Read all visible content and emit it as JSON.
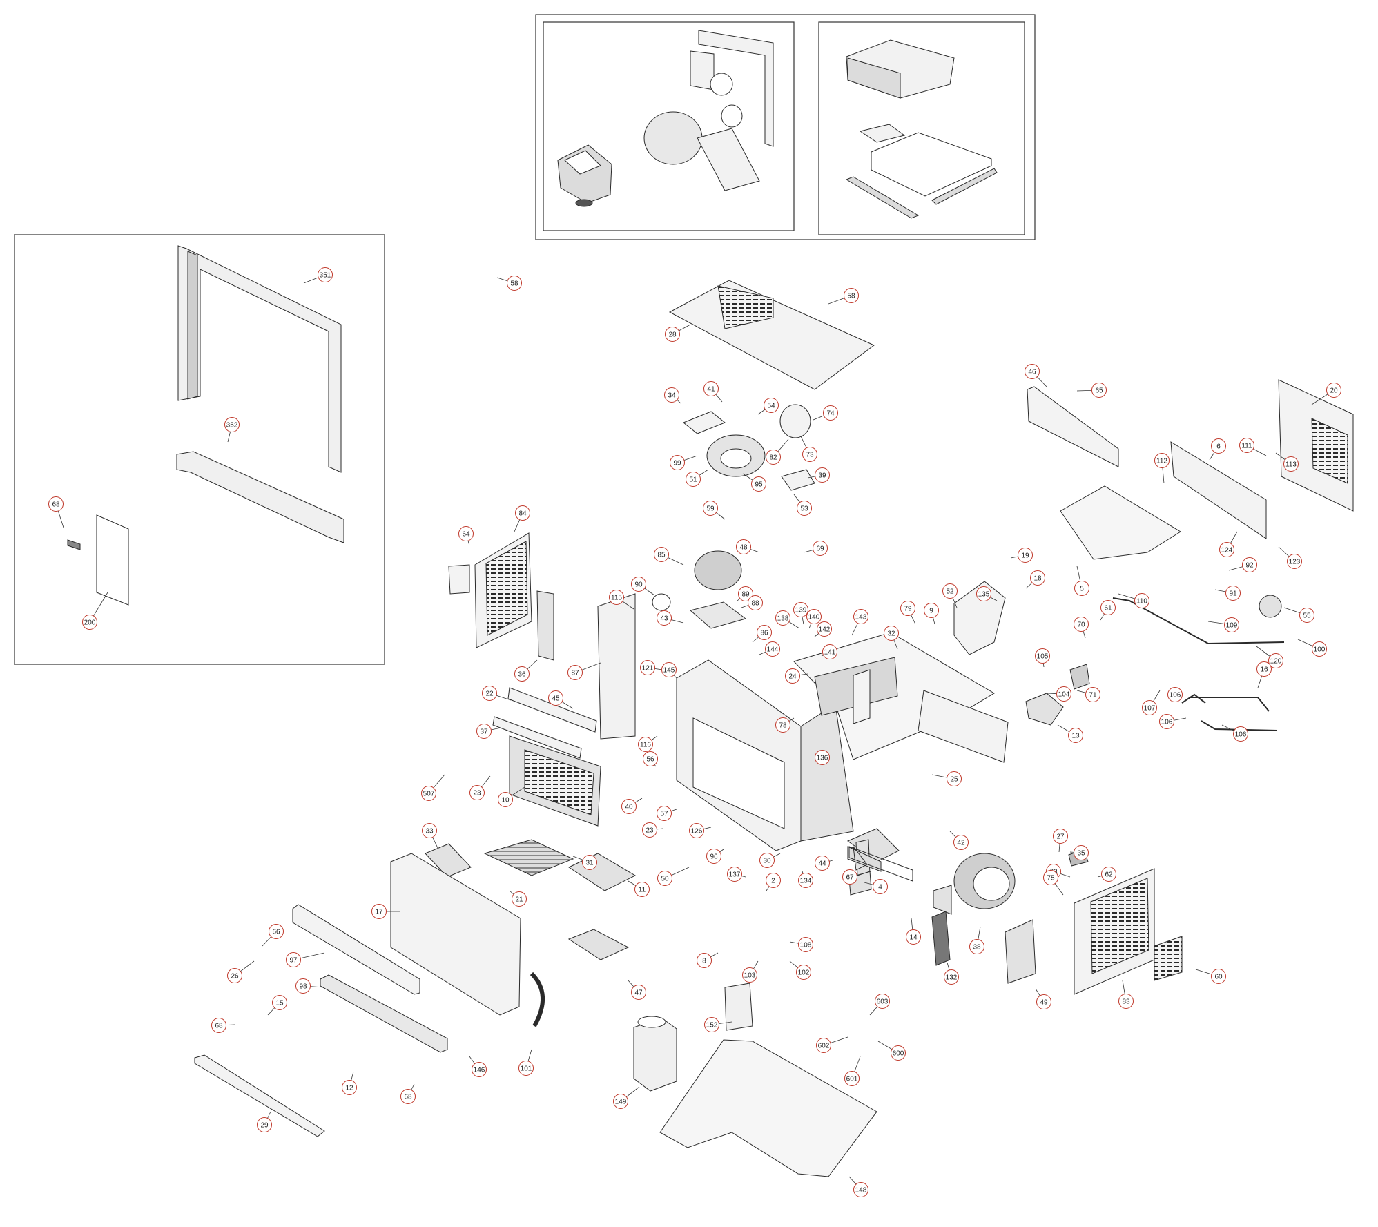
{
  "colors": {
    "line": "#2a2a2a",
    "callout": "#c0392b",
    "fill_light": "#efefef",
    "fill_mid": "#d9d9d9",
    "fill_dark": "#9a9a9a"
  },
  "labels": [
    {
      "n": "58"
    },
    {
      "n": "58"
    },
    {
      "n": "28"
    },
    {
      "n": "34"
    },
    {
      "n": "41"
    },
    {
      "n": "54"
    },
    {
      "n": "74"
    },
    {
      "n": "99"
    },
    {
      "n": "82"
    },
    {
      "n": "73"
    },
    {
      "n": "51"
    },
    {
      "n": "39"
    },
    {
      "n": "95"
    },
    {
      "n": "53"
    },
    {
      "n": "46"
    },
    {
      "n": "65"
    },
    {
      "n": "20"
    },
    {
      "n": "6"
    },
    {
      "n": "111"
    },
    {
      "n": "113"
    },
    {
      "n": "112"
    },
    {
      "n": "5"
    },
    {
      "n": "124"
    },
    {
      "n": "123"
    },
    {
      "n": "92"
    },
    {
      "n": "91"
    },
    {
      "n": "110"
    },
    {
      "n": "55"
    },
    {
      "n": "109"
    },
    {
      "n": "100"
    },
    {
      "n": "120"
    },
    {
      "n": "351"
    },
    {
      "n": "352"
    },
    {
      "n": "68"
    },
    {
      "n": "200"
    },
    {
      "n": "84"
    },
    {
      "n": "64"
    },
    {
      "n": "36"
    },
    {
      "n": "59"
    },
    {
      "n": "48"
    },
    {
      "n": "69"
    },
    {
      "n": "85"
    },
    {
      "n": "90"
    },
    {
      "n": "89"
    },
    {
      "n": "88"
    },
    {
      "n": "115"
    },
    {
      "n": "43"
    },
    {
      "n": "86"
    },
    {
      "n": "144"
    },
    {
      "n": "87"
    },
    {
      "n": "121"
    },
    {
      "n": "145"
    },
    {
      "n": "138"
    },
    {
      "n": "139"
    },
    {
      "n": "140"
    },
    {
      "n": "142"
    },
    {
      "n": "141"
    },
    {
      "n": "143"
    },
    {
      "n": "24"
    },
    {
      "n": "79"
    },
    {
      "n": "9"
    },
    {
      "n": "52"
    },
    {
      "n": "135"
    },
    {
      "n": "19"
    },
    {
      "n": "18"
    },
    {
      "n": "32"
    },
    {
      "n": "70"
    },
    {
      "n": "61"
    },
    {
      "n": "71"
    },
    {
      "n": "105"
    },
    {
      "n": "104"
    },
    {
      "n": "13"
    },
    {
      "n": "16"
    },
    {
      "n": "107"
    },
    {
      "n": "106"
    },
    {
      "n": "106"
    },
    {
      "n": "106"
    },
    {
      "n": "22"
    },
    {
      "n": "45"
    },
    {
      "n": "37"
    },
    {
      "n": "507"
    },
    {
      "n": "23"
    },
    {
      "n": "10"
    },
    {
      "n": "116"
    },
    {
      "n": "56"
    },
    {
      "n": "78"
    },
    {
      "n": "136"
    },
    {
      "n": "40"
    },
    {
      "n": "57"
    },
    {
      "n": "23"
    },
    {
      "n": "126"
    },
    {
      "n": "25"
    },
    {
      "n": "42"
    },
    {
      "n": "33"
    },
    {
      "n": "31"
    },
    {
      "n": "11"
    },
    {
      "n": "21"
    },
    {
      "n": "17"
    },
    {
      "n": "96"
    },
    {
      "n": "50"
    },
    {
      "n": "137"
    },
    {
      "n": "2"
    },
    {
      "n": "30"
    },
    {
      "n": "44"
    },
    {
      "n": "134"
    },
    {
      "n": "67"
    },
    {
      "n": "4"
    },
    {
      "n": "14"
    },
    {
      "n": "38"
    },
    {
      "n": "27"
    },
    {
      "n": "35"
    },
    {
      "n": "63"
    },
    {
      "n": "62"
    },
    {
      "n": "75"
    },
    {
      "n": "132"
    },
    {
      "n": "49"
    },
    {
      "n": "83"
    },
    {
      "n": "60"
    },
    {
      "n": "66"
    },
    {
      "n": "97"
    },
    {
      "n": "26"
    },
    {
      "n": "98"
    },
    {
      "n": "15"
    },
    {
      "n": "68"
    },
    {
      "n": "146"
    },
    {
      "n": "101"
    },
    {
      "n": "47"
    },
    {
      "n": "8"
    },
    {
      "n": "103"
    },
    {
      "n": "108"
    },
    {
      "n": "102"
    },
    {
      "n": "12"
    },
    {
      "n": "68"
    },
    {
      "n": "29"
    },
    {
      "n": "152"
    },
    {
      "n": "149"
    },
    {
      "n": "603"
    },
    {
      "n": "602"
    },
    {
      "n": "600"
    },
    {
      "n": "601"
    },
    {
      "n": "148"
    }
  ]
}
